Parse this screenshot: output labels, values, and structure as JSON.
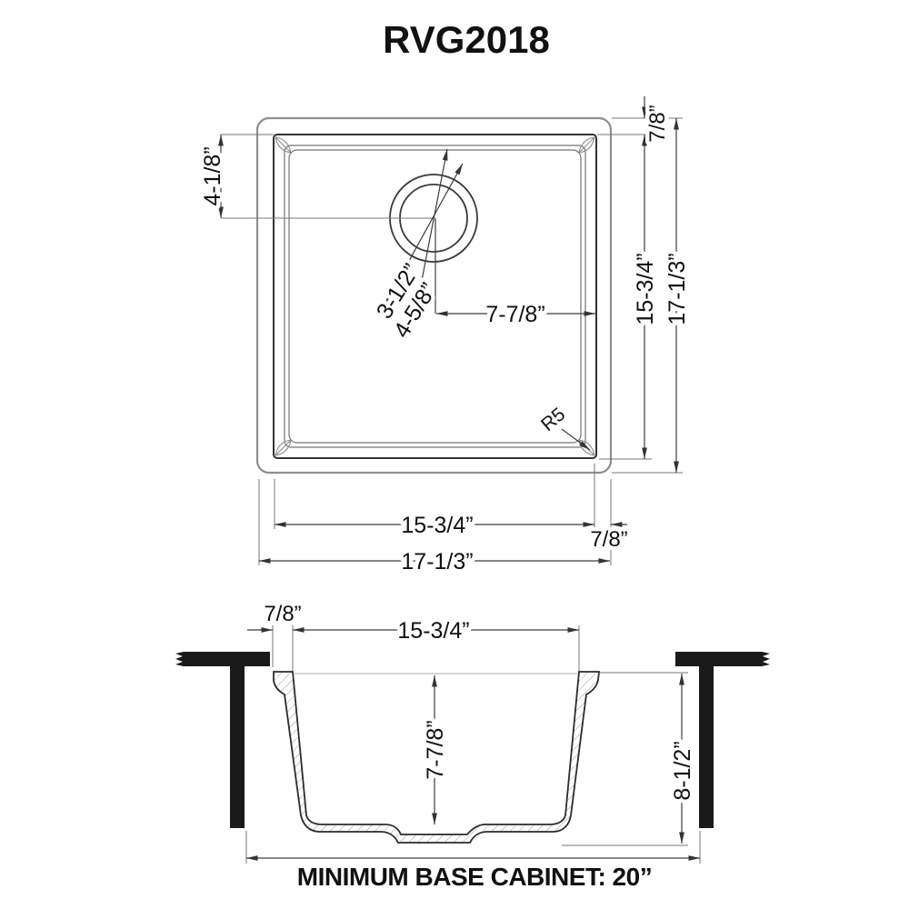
{
  "title": "RVG2018",
  "top_view": {
    "drain_offset_from_top": "4-1/8”",
    "rim_gap_top": "7/8”",
    "drain_diameter": "3-1/2”",
    "drain_recess_diameter": "4-5/8”",
    "drain_to_right_edge": "7-7/8”",
    "bowl_length_right": "15-3/4”",
    "overall_length_right": "17-1/3”",
    "bowl_width_bottom": "15-3/4”",
    "rim_gap_bottom_right": "7/8”",
    "overall_width_bottom": "17-1/3”",
    "corner_radius": "R5"
  },
  "section_view": {
    "rim_overhang": "7/8”",
    "bowl_width": "15-3/4”",
    "bowl_depth": "7-7/8”",
    "overall_height": "8-1/2”",
    "base_cabinet_note": "MINIMUM BASE CABINET: 20”"
  },
  "colors": {
    "ink": "#1a1a1a",
    "counter_fill": "#1a1a1a",
    "outer_rim_line": "#8f8f8f",
    "background": "#ffffff"
  }
}
